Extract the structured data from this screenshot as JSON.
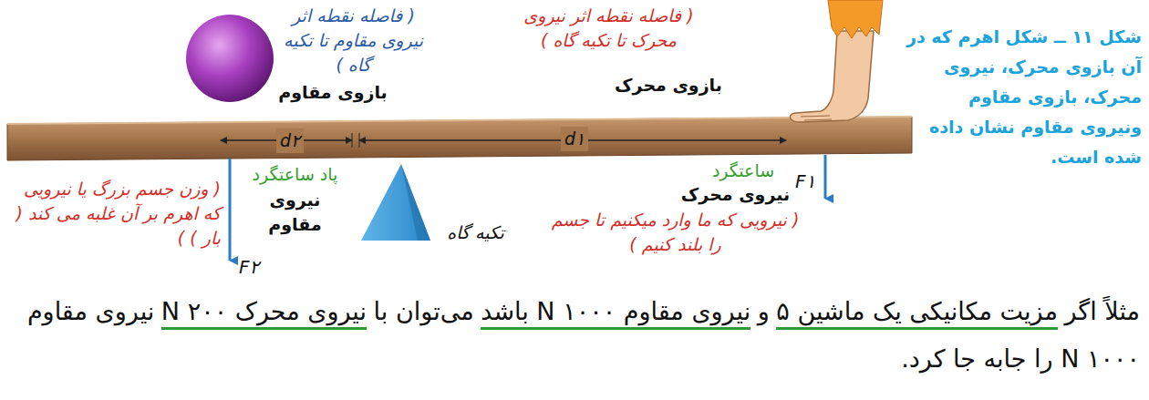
{
  "diagram": {
    "caption": "شکل ۱۱ ــ شکل اهرم که در آن بازوی محرک، نیروی محرک، بازوی مقاوم ونیروی مقاوم نشان داده شده است.",
    "labels": [
      "( فاصله نقطه اثر نیروی مقاوم تا تکیه گاه )",
      "بازوی مقاوم",
      "( فاصله نقطه اثر نیروی محرک تا تکیه گاه )",
      "بازوی محرک",
      "d۲",
      "d۱",
      "پاد ساعتگرد",
      "نیروی مقاوم",
      "( وزن جسم بزرگ یا نیرویی که اهرم بر آن غلبه می کند ( بار ) )",
      "F۲",
      "تکیه گاه",
      "ساعتگرد",
      "نیروی محرک",
      "F۱",
      "( نیرویی که ما وارد میکنیم تا جسم را بلند کنیم )",
      "مثلاً اگر",
      "مزیت مکانیکی یک ماشین ۵",
      "و",
      "نیروی مقاوم ۱۰۰۰ N باشد",
      "می‌توان با",
      "نیروی محرک ۲۰۰ N",
      "نیروی مقاوم ۱۰۰۰ N را جابه جا کرد."
    ]
  }
}
